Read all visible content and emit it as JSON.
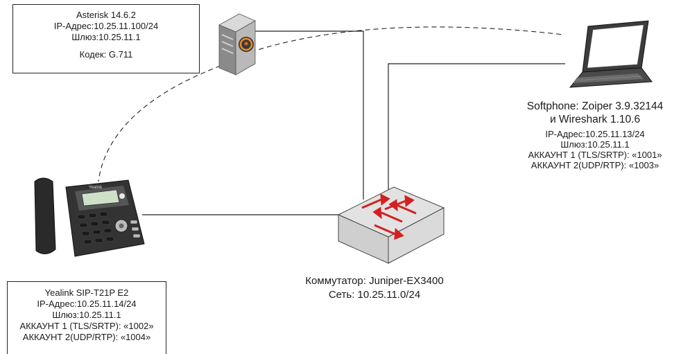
{
  "asterisk": {
    "lines": [
      "Asterisk 14.6.2",
      "IP-Адрес:10.25.11.100/24",
      "Шлюз:10.25.11.1"
    ],
    "codec": "Кодек: G.711"
  },
  "softphone": {
    "title_lines": [
      "Softphone: Zoiper 3.9.32144",
      "и Wireshark 1.10.6"
    ],
    "lines": [
      "IP-Адрес:10.25.11.13/24",
      "Шлюз:10.25.11.1",
      "АККАУНТ 1 (TLS/SRTP): «1001»",
      "АККАУНТ 2(UDP/RTP): «1003»"
    ]
  },
  "yealink": {
    "brand": "Yealink",
    "lines": [
      "Yealink SIP-T21P E2",
      "IP-Адрес:10.25.11.14/24",
      "Шлюз:10.25.11.1",
      "АККАУНТ 1 (TLS/SRTP): «1002»",
      "АККАУНТ 2(UDP/RTP): «1004»"
    ]
  },
  "switch": {
    "lines": [
      "Коммутатор: Juniper-EX3400",
      "Сеть: 10.25.11.0/24"
    ]
  },
  "colors": {
    "switch_arrow": "#d42020",
    "server_logo": "#f08a24",
    "line": "#222222"
  }
}
